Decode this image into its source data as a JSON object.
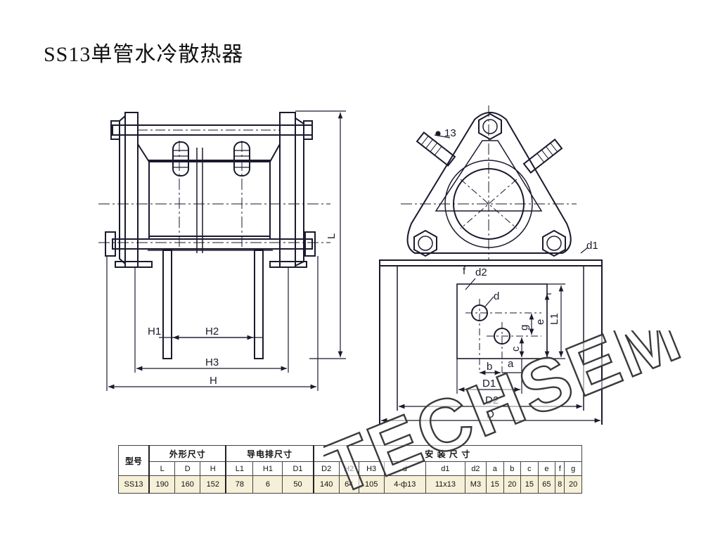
{
  "title": "SS13单管水冷散热器",
  "watermark": "TECHSEM",
  "labels": {
    "H1": "H1",
    "H2": "H2",
    "H3": "H3",
    "H": "H",
    "L": "L",
    "phi13": "13",
    "d1": "d1",
    "f": "f",
    "d2": "d2",
    "d": "d",
    "g": "g",
    "e": "e",
    "L1": "L1",
    "c": "c",
    "b": "b",
    "a": "a",
    "D1": "D1",
    "D2": "D2",
    "D": "D"
  },
  "table": {
    "model_header": "型号",
    "groups": {
      "outer": "外形尺寸",
      "busbar": "导电排尺寸",
      "install": "安 装 尺 寸"
    },
    "columns": [
      "L",
      "D",
      "H",
      "L1",
      "H1",
      "D1",
      "D2",
      "H2",
      "H3",
      "d",
      "d1",
      "d2",
      "a",
      "b",
      "c",
      "e",
      "f",
      "g"
    ],
    "rows": [
      {
        "model": "SS13",
        "values": [
          "190",
          "160",
          "152",
          "78",
          "6",
          "50",
          "140",
          "64",
          "105",
          "4-ф13",
          "11x13",
          "M3",
          "15",
          "20",
          "15",
          "65",
          "8",
          "20"
        ]
      }
    ]
  }
}
